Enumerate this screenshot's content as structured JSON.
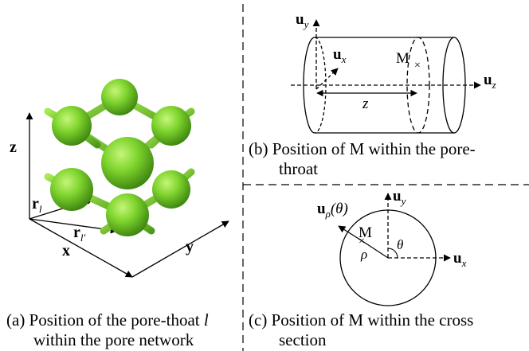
{
  "captions": {
    "a_line1": "(a) Position of the pore-thoat",
    "a_var": "l",
    "a_line2": "within the pore network",
    "b_line1": "(b) Position of M within the pore-",
    "b_line2": "throat",
    "c_line1": "(c) Position of M within the cross",
    "c_line2": "section"
  },
  "panel_a": {
    "axis_z": "z",
    "axis_x": "x",
    "axis_y": "y",
    "r_l": "r",
    "r_l_sub": "l",
    "r_lp": "r",
    "r_lp_sub": "l′"
  },
  "panel_b": {
    "u_y": "u",
    "u_y_sub": "y",
    "u_x": "u",
    "u_x_sub": "x",
    "u_z": "u",
    "u_z_sub": "z",
    "point": "M",
    "length": "z"
  },
  "panel_c": {
    "u_rho": "u",
    "u_rho_sub": "ρ",
    "u_rho_arg": "(θ)",
    "u_y": "u",
    "u_y_sub": "y",
    "u_x": "u",
    "u_x_sub": "x",
    "point": "M",
    "rho": "ρ",
    "theta": "θ"
  },
  "colors": {
    "sphere_light": "#b8f060",
    "sphere_mid": "#7ad22a",
    "sphere_dark": "#3f8a10"
  }
}
